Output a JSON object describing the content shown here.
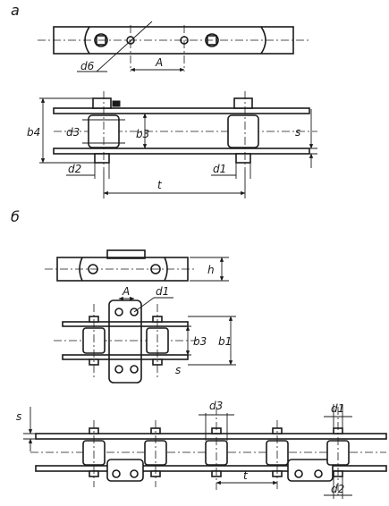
{
  "sections": {
    "a": "a",
    "b": "б"
  },
  "labels": {
    "d6": "d6",
    "A_top": "A",
    "b4": "b4",
    "d3_a": "d3",
    "b3_a": "b3",
    "s_a": "s",
    "d2_a": "d2",
    "d1_a": "d1",
    "t_a": "t",
    "h": "h",
    "A_b": "A",
    "d1_b": "d1",
    "b3_b": "b3",
    "b1": "b1",
    "s_b": "s",
    "s_c": "s",
    "d3_c": "d3",
    "d1_c": "d1",
    "t_c": "t",
    "d2_c": "d2"
  }
}
